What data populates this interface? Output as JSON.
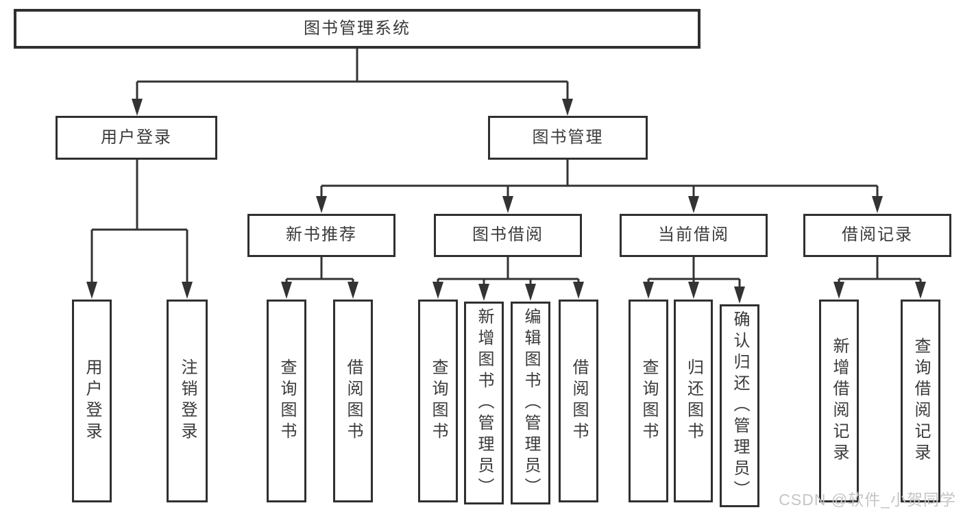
{
  "root": {
    "label": "图书管理系统"
  },
  "level2": {
    "user_login": "用户登录",
    "book_mgmt": "图书管理"
  },
  "level3": {
    "new_books": "新书推荐",
    "book_borrow": "图书借阅",
    "current_borrow": "当前借阅",
    "borrow_records": "借阅记录"
  },
  "leaves": {
    "user_login_1": "用户登录",
    "user_login_2": "注销登录",
    "new_books_1": "查询图书",
    "new_books_2": "借阅图书",
    "book_borrow_1": "查询图书",
    "book_borrow_2": "新增图书（管理员）",
    "book_borrow_3": "编辑图书（管理员）",
    "book_borrow_4": "借阅图书",
    "current_borrow_1": "查询图书",
    "current_borrow_2": "归还图书",
    "current_borrow_3": "确认归还（管理员）",
    "borrow_records_1": "新增借阅记录",
    "borrow_records_2": "查询借阅记录"
  },
  "watermark": {
    "text": "CSDN @软件_小贺同学"
  },
  "colors": {
    "line": "#333333",
    "box_border": "#2f2f2f",
    "text": "#3a3a3a",
    "background": "#ffffff",
    "watermark": "#c5c5c5"
  }
}
